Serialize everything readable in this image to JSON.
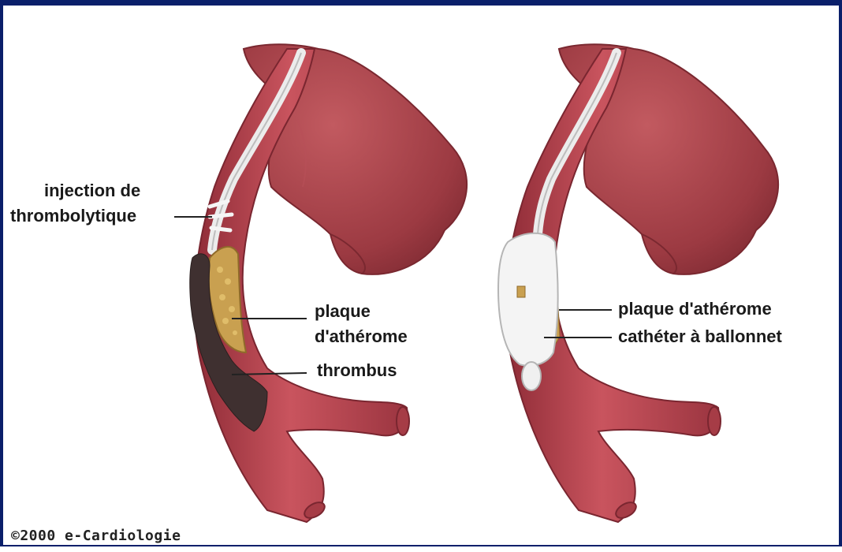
{
  "left_panel": {
    "injection_label_line1": "injection de",
    "injection_label_line2": "thrombolytique",
    "plaque_label_line1": "plaque",
    "plaque_label_line2": "d'athérome",
    "thrombus_label": "thrombus"
  },
  "right_panel": {
    "plaque_label": "plaque d'athérome",
    "catheter_label": "cathéter à ballonnet"
  },
  "footer": {
    "copyright": "©2000 e-Cardiologie"
  },
  "colors": {
    "frame_border": "#0a1f6a",
    "vessel": "#b9444e",
    "vessel_dark": "#8e2d36",
    "heart": "#a8424a",
    "plaque": "#c9a050",
    "thrombus": "#3f3030",
    "catheter": "#f2f2f2"
  }
}
